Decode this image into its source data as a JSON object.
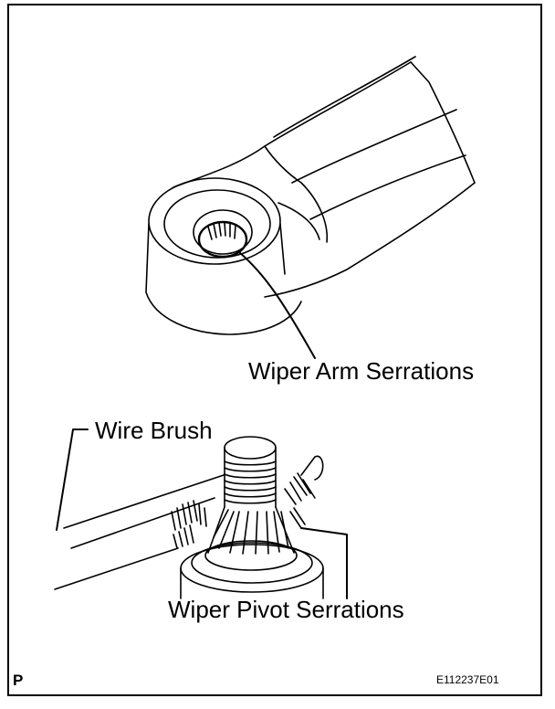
{
  "labels": {
    "wiper_arm_serrations": "Wiper Arm Serrations",
    "wire_brush": "Wire Brush",
    "wiper_pivot_serrations": "Wiper Pivot Serrations",
    "corner_mark": "P",
    "figure_code": "E112237E01"
  },
  "colors": {
    "line": "#000000",
    "background": "#ffffff"
  }
}
